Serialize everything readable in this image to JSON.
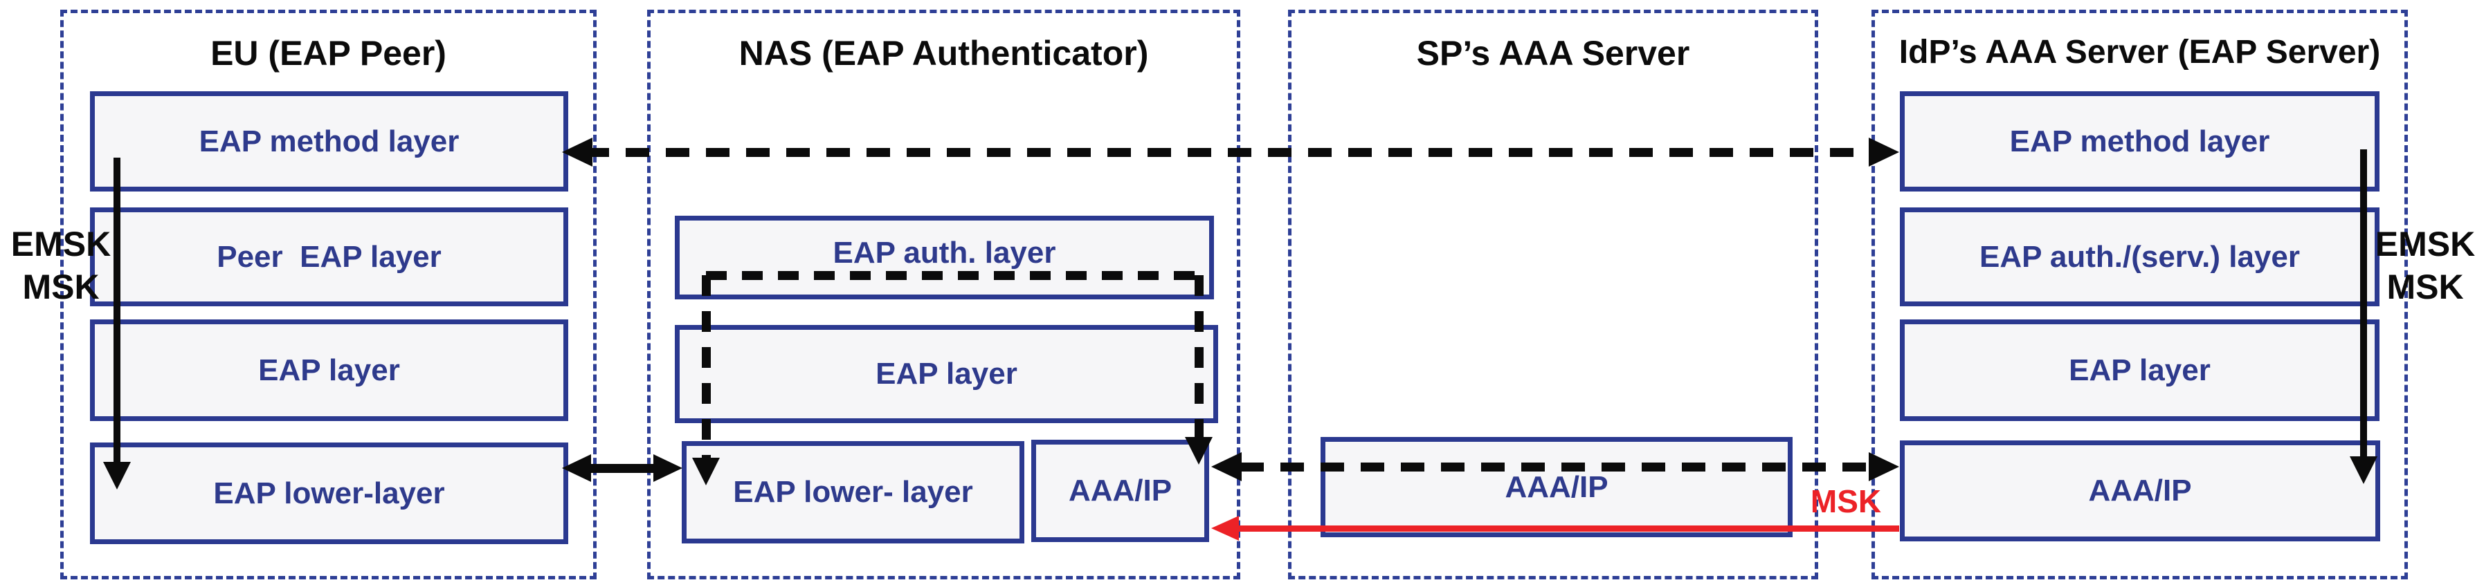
{
  "diagram": {
    "columns": [
      {
        "title": "EU (EAP Peer)",
        "layers": [
          "EAP method layer",
          "Peer  EAP layer",
          "EAP layer",
          "EAP lower-layer"
        ]
      },
      {
        "title": "NAS (EAP Authenticator)",
        "layers": [
          "EAP auth. layer",
          "EAP layer",
          "EAP lower- layer",
          "AAA/IP"
        ]
      },
      {
        "title": "SP’s AAA Server",
        "layers": [
          "AAA/IP"
        ]
      },
      {
        "title": "IdP’s AAA Server (EAP Server)",
        "layers": [
          "EAP method layer",
          "EAP auth./(serv.) layer",
          "EAP layer",
          "AAA/IP"
        ]
      }
    ],
    "key_labels": {
      "left": [
        "EMSK",
        "MSK"
      ],
      "right": [
        "EMSK",
        "MSK"
      ],
      "msk_red": "MSK"
    },
    "colors": {
      "navy": "#2b3990",
      "dashed": "#2e3f96",
      "ink": "#0b0b0b",
      "red": "#ec2227",
      "fill": "#f6f6f8",
      "text": "#2e3a8c"
    }
  }
}
